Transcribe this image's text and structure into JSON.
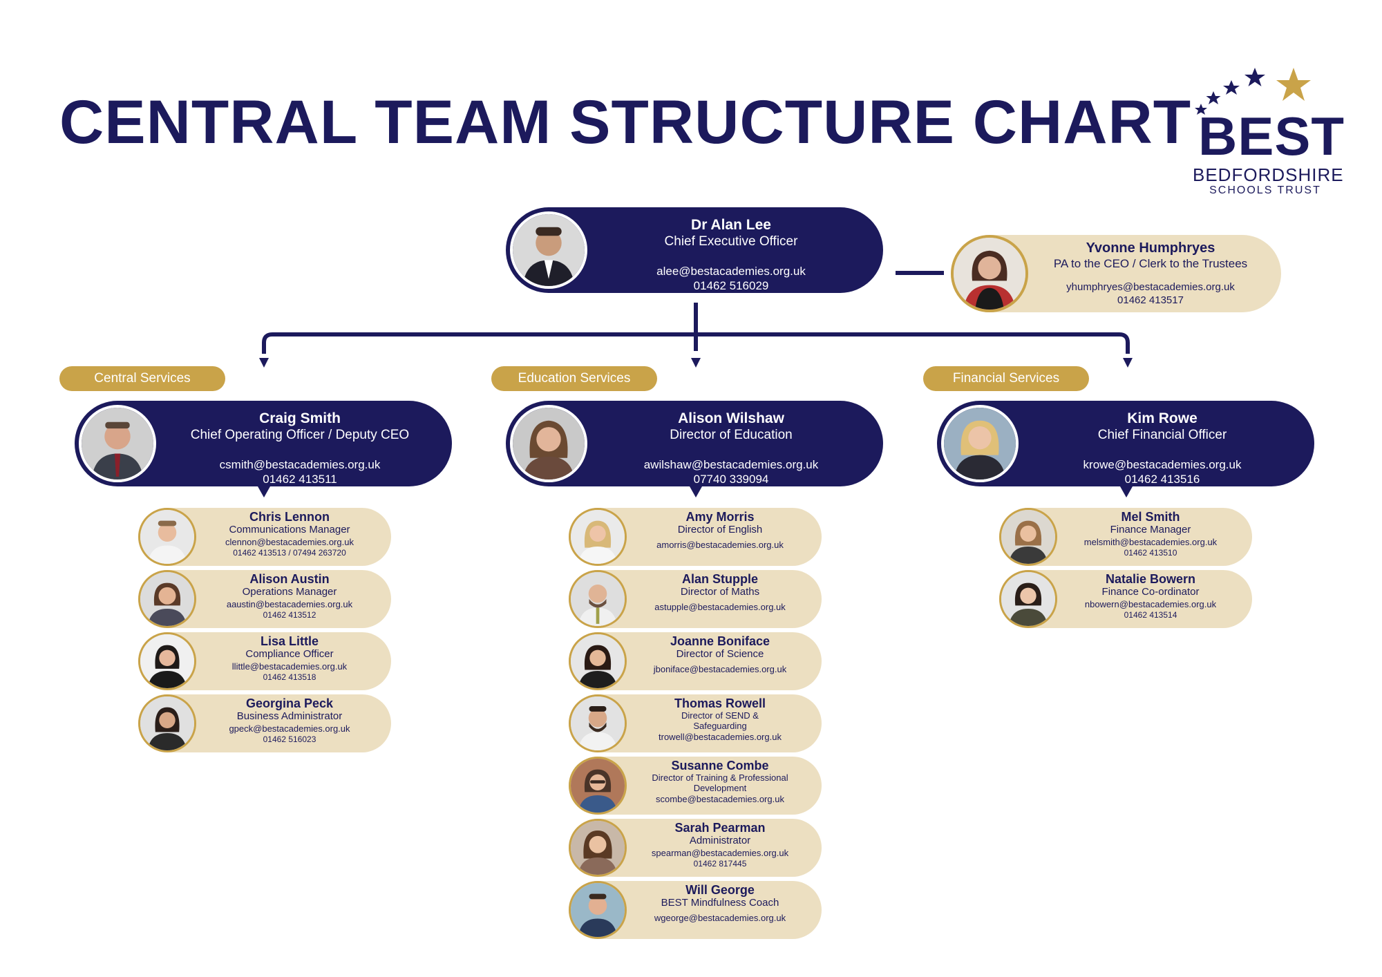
{
  "title": "CENTRAL TEAM STRUCTURE CHART",
  "logo": {
    "word": "BEST",
    "line1": "BEDFORDSHIRE",
    "line2": "SCHOOLS TRUST"
  },
  "colors": {
    "navy": "#1c1a5c",
    "gold": "#c9a349",
    "beige": "#ecdfc1"
  },
  "ceo": {
    "name": "Dr Alan Lee",
    "role": "Chief Executive Officer",
    "email": "alee@bestacademies.org.uk",
    "phone": "01462 516029"
  },
  "pa": {
    "name": "Yvonne Humphryes",
    "role": "PA to the CEO / Clerk to the Trustees",
    "email": "yhumphryes@bestacademies.org.uk",
    "phone": "01462 413517"
  },
  "sections": [
    {
      "label": "Central Services",
      "lead": {
        "name": "Craig Smith",
        "role": "Chief Operating Officer / Deputy CEO",
        "email": "csmith@bestacademies.org.uk",
        "phone": "01462 413511"
      },
      "staff": [
        {
          "name": "Chris Lennon",
          "role": "Communications Manager",
          "email": "clennon@bestacademies.org.uk",
          "phone": "01462 413513 / 07494 263720"
        },
        {
          "name": "Alison Austin",
          "role": "Operations Manager",
          "email": "aaustin@bestacademies.org.uk",
          "phone": "01462 413512"
        },
        {
          "name": "Lisa Little",
          "role": "Compliance Officer",
          "email": "llittle@bestacademies.org.uk",
          "phone": "01462 413518"
        },
        {
          "name": "Georgina Peck",
          "role": "Business Administrator",
          "email": "gpeck@bestacademies.org.uk",
          "phone": "01462 516023"
        }
      ]
    },
    {
      "label": "Education Services",
      "lead": {
        "name": "Alison Wilshaw",
        "role": "Director of Education",
        "email": "awilshaw@bestacademies.org.uk",
        "phone": "07740 339094"
      },
      "staff": [
        {
          "name": "Amy Morris",
          "role": "Director of English",
          "email": "amorris@bestacademies.org.uk",
          "phone": ""
        },
        {
          "name": "Alan Stupple",
          "role": "Director of Maths",
          "email": "astupple@bestacademies.org.uk",
          "phone": ""
        },
        {
          "name": "Joanne Boniface",
          "role": "Director of Science",
          "email": "jboniface@bestacademies.org.uk",
          "phone": ""
        },
        {
          "name": "Thomas Rowell",
          "role": "Director of SEND & Safeguarding",
          "email": "trowell@bestacademies.org.uk",
          "phone": ""
        },
        {
          "name": "Susanne Combe",
          "role": "Director of Training & Professional Development",
          "email": "scombe@bestacademies.org.uk",
          "phone": ""
        },
        {
          "name": "Sarah Pearman",
          "role": "Administrator",
          "email": "spearman@bestacademies.org.uk",
          "phone": "01462 817445"
        },
        {
          "name": "Will George",
          "role": "BEST Mindfulness Coach",
          "email": "wgeorge@bestacademies.org.uk",
          "phone": ""
        }
      ]
    },
    {
      "label": "Financial Services",
      "lead": {
        "name": "Kim Rowe",
        "role": "Chief Financial Officer",
        "email": "krowe@bestacademies.org.uk",
        "phone": "01462 413516"
      },
      "staff": [
        {
          "name": "Mel Smith",
          "role": "Finance Manager",
          "email": "melsmith@bestacademies.org.uk",
          "phone": "01462 413510"
        },
        {
          "name": "Natalie Bowern",
          "role": "Finance Co-ordinator",
          "email": "nbowern@bestacademies.org.uk",
          "phone": "01462 413514"
        }
      ]
    }
  ]
}
